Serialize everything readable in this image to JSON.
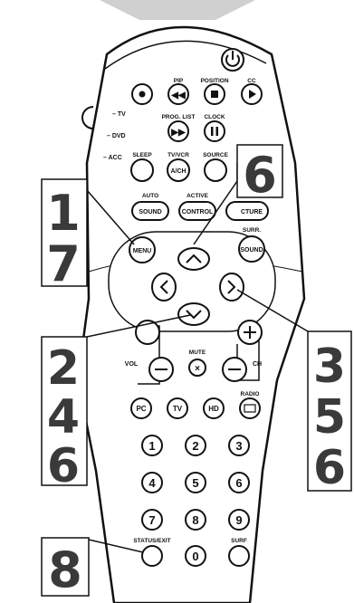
{
  "remote": {
    "power_icon": "power-icon",
    "top_labels": {
      "pip": "PIP",
      "position": "POSITION",
      "cc": "CC",
      "prog_list": "PROG. LIST",
      "clock": "CLOCK"
    },
    "source_switch": {
      "tv": "– TV",
      "dvd": "– DVD",
      "acc": "– ACC"
    },
    "row3_labels": {
      "sleep": "SLEEP",
      "tvvcr": "TV/VCR",
      "source": "SOURCE"
    },
    "ach": "A/CH",
    "row4_labels": {
      "auto": "AUTO",
      "active": "ACTIVE"
    },
    "row4_buttons": {
      "sound": "SOUND",
      "control": "CONTROL",
      "picture": "CTURE"
    },
    "menu": "MENU",
    "surr_label": "SURR.",
    "surr_sound": "SOUND",
    "vol": "VOL",
    "mute": "MUTE",
    "ch": "CH",
    "radio": "RADIO",
    "source_buttons": [
      "PC",
      "TV",
      "HD"
    ],
    "digits": [
      "1",
      "2",
      "3",
      "4",
      "5",
      "6",
      "7",
      "8",
      "9",
      "0"
    ],
    "status_exit": "STATUS/EXIT",
    "surf": "SURF"
  },
  "callouts": {
    "left_top": [
      "1",
      "7"
    ],
    "left_mid": [
      "2",
      "4",
      "6"
    ],
    "left_bottom": [
      "8"
    ],
    "right_top": [
      "6"
    ],
    "right_mid": [
      "3",
      "5",
      "6"
    ]
  },
  "colors": {
    "callout_number": "#3a3a3a",
    "remote_outline": "#111111",
    "highlight": "#d9d9d9"
  }
}
